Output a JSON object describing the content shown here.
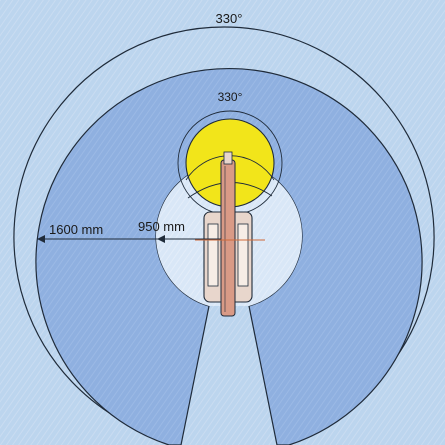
{
  "labels": {
    "outer_angle": "330°",
    "inner_angle": "330°",
    "outer_radius": "1600 mm",
    "inner_radius": "950 mm"
  },
  "colors": {
    "background": "#bcd5ee",
    "work_area": "#8fb0e0",
    "inner_circle": "#d9e7f7",
    "wrist_zone": "#f2e51a",
    "robot_body": "#e8d6cc",
    "robot_arm": "#d99a86",
    "outline": "#1f2b3a"
  }
}
